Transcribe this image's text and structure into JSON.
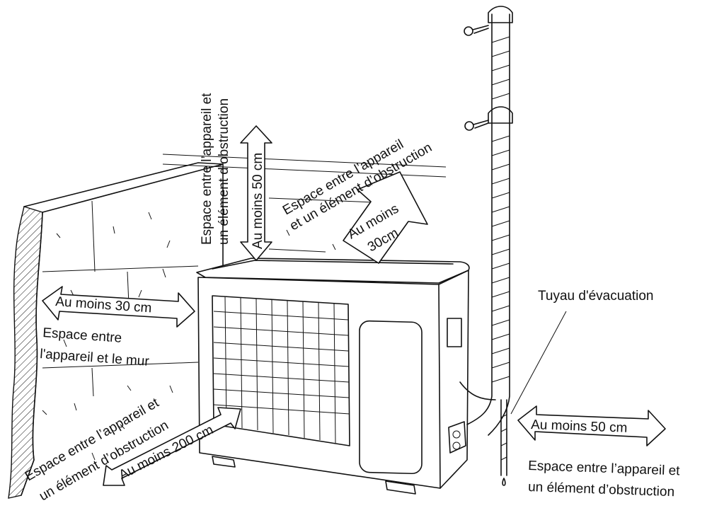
{
  "labels": {
    "top_dimension": "Au moins 50 cm",
    "top_clearance_line1": "Espace entre l’appareil et",
    "top_clearance_line2": "un élément d’obstruction",
    "back_dimension_line1": "Au moins",
    "back_dimension_line2": "30cm",
    "back_clearance_line1": "Espace entre l’appareil",
    "back_clearance_line2": "et un élément d’obstruction",
    "left_dimension": "Au moins 30 cm",
    "left_clearance_line1": "Espace entre",
    "left_clearance_line2": "l'appareil et le mur",
    "front_dimension": "Au moins 200 cm",
    "front_clearance_line1": "Espace entre l’appareil et",
    "front_clearance_line2": "un élément d’obstruction",
    "drain_pipe": "Tuyau d'évacuation",
    "right_dimension": "Au moins 50 cm",
    "right_clearance_line1": "Espace entre l’appareil et",
    "right_clearance_line2": "un élément d’obstruction"
  },
  "icons": [
    "screw-icon",
    "pipe-clamp-icon",
    "drip-icon"
  ]
}
